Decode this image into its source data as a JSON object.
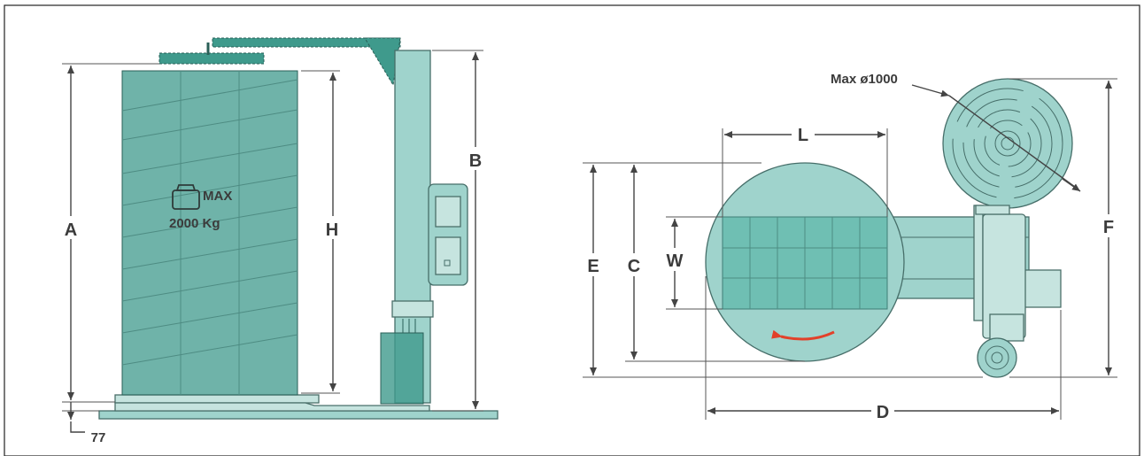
{
  "side_view": {
    "dim_A": "A",
    "dim_H": "H",
    "dim_B": "B",
    "dim_77": "77",
    "load_max": "MAX",
    "load_weight": "2000 Kg"
  },
  "top_view": {
    "dim_L": "L",
    "dim_E": "E",
    "dim_C": "C",
    "dim_W": "W",
    "dim_D": "D",
    "dim_F": "F",
    "reel_max": "Max ø1000"
  },
  "colors": {
    "teal": "#9fd3cc",
    "teal_dark": "#3f9a8c",
    "pale": "#c6e4df",
    "arrow": "#e2412a"
  }
}
